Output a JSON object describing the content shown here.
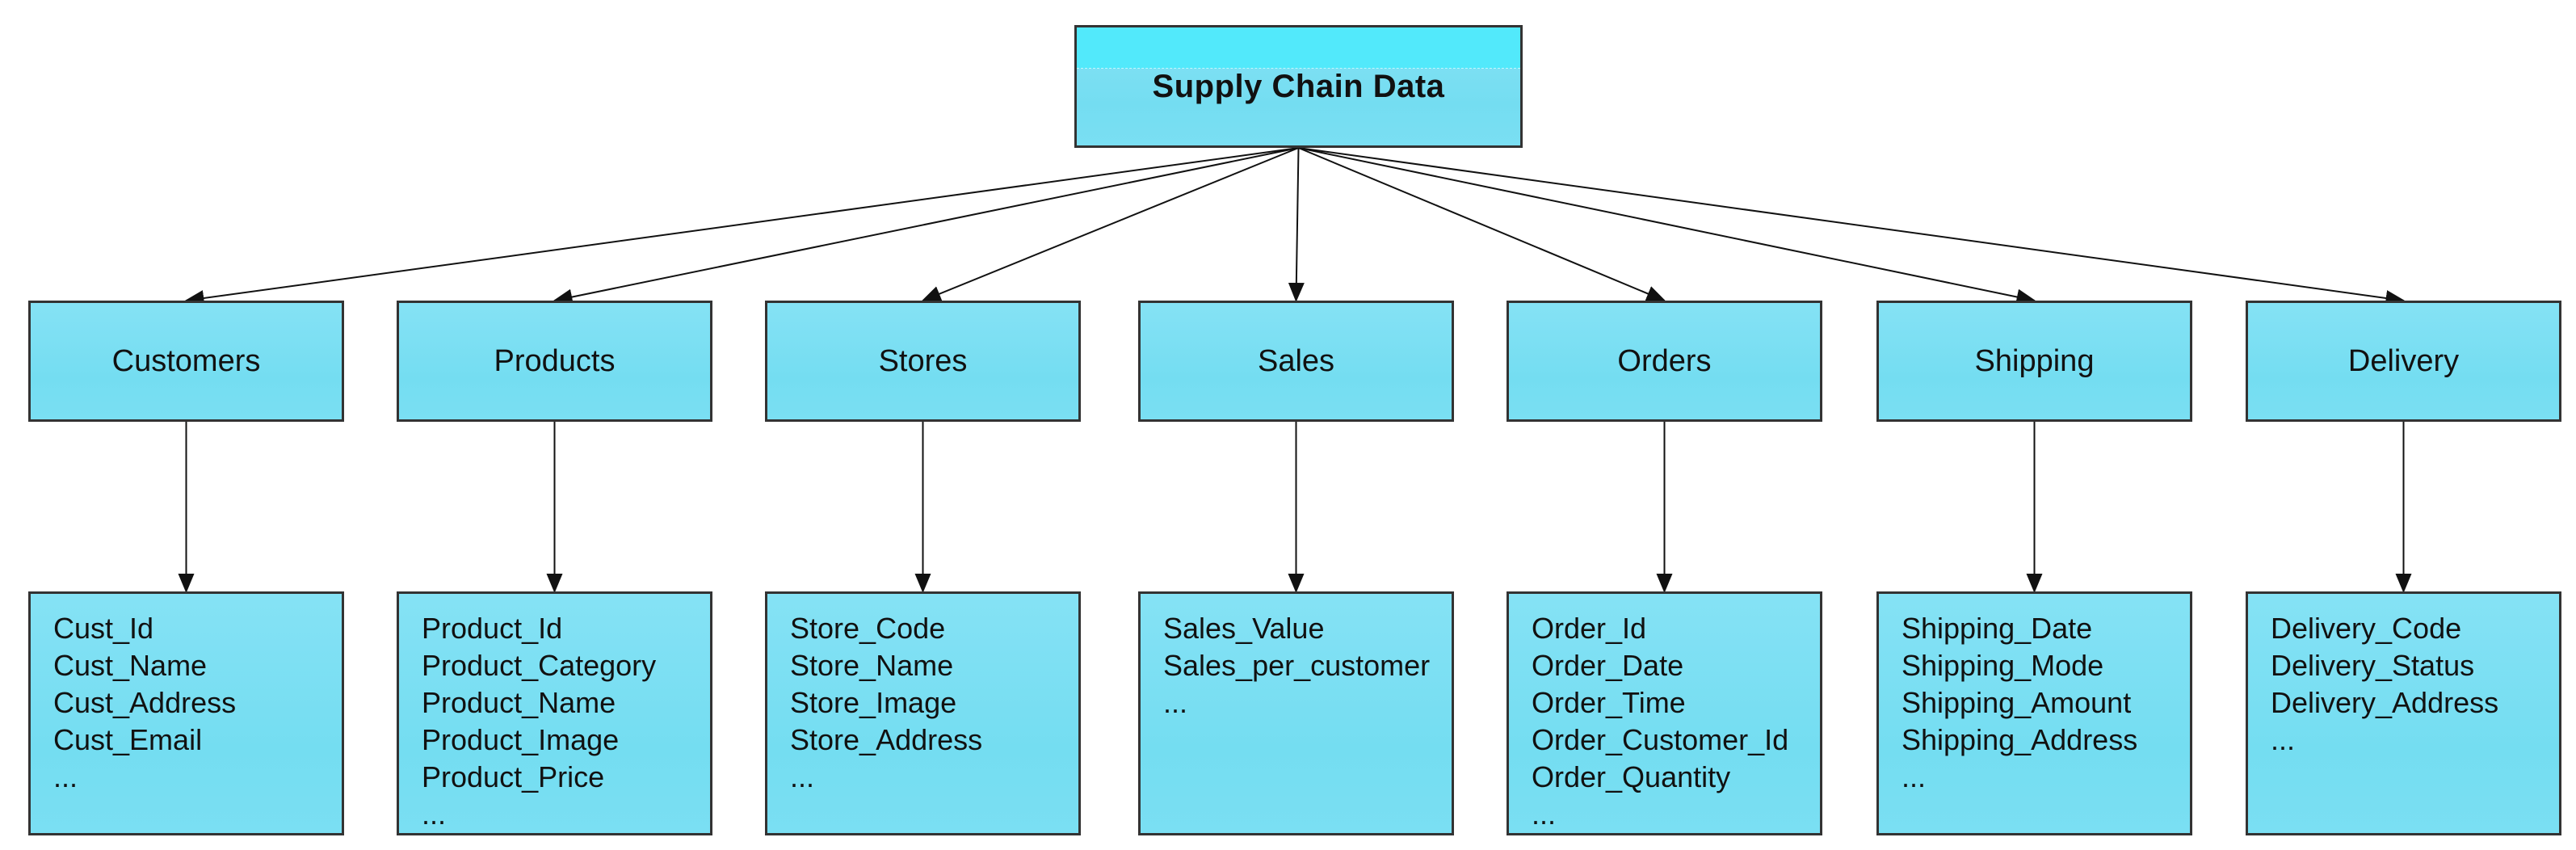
{
  "root": {
    "title": "Supply Chain Data"
  },
  "entities": [
    {
      "name": "Customers",
      "attributes": [
        "Cust_Id",
        "Cust_Name",
        "Cust_Address",
        "Cust_Email",
        "..."
      ]
    },
    {
      "name": "Products",
      "attributes": [
        "Product_Id",
        "Product_Category",
        "Product_Name",
        "Product_Image",
        "Product_Price",
        "..."
      ]
    },
    {
      "name": "Stores",
      "attributes": [
        "Store_Code",
        "Store_Name",
        "Store_Image",
        "Store_Address",
        "..."
      ]
    },
    {
      "name": "Sales",
      "attributes": [
        "Sales_Value",
        "Sales_per_customer",
        "..."
      ]
    },
    {
      "name": "Orders",
      "attributes": [
        "Order_Id",
        "Order_Date",
        "Order_Time",
        "Order_Customer_Id",
        "Order_Quantity",
        "..."
      ]
    },
    {
      "name": "Shipping",
      "attributes": [
        "Shipping_Date",
        "Shipping_Mode",
        "Shipping_Amount",
        "Shipping_Address",
        "..."
      ]
    },
    {
      "name": "Delivery",
      "attributes": [
        "Delivery_Code",
        "Delivery_Status",
        "Delivery_Address",
        "..."
      ]
    }
  ],
  "colors": {
    "box_fill": "#79dff3",
    "root_band": "#52e9fb",
    "border": "#333333",
    "arrow": "#111111",
    "background": "#ffffff",
    "text": "#111111"
  }
}
